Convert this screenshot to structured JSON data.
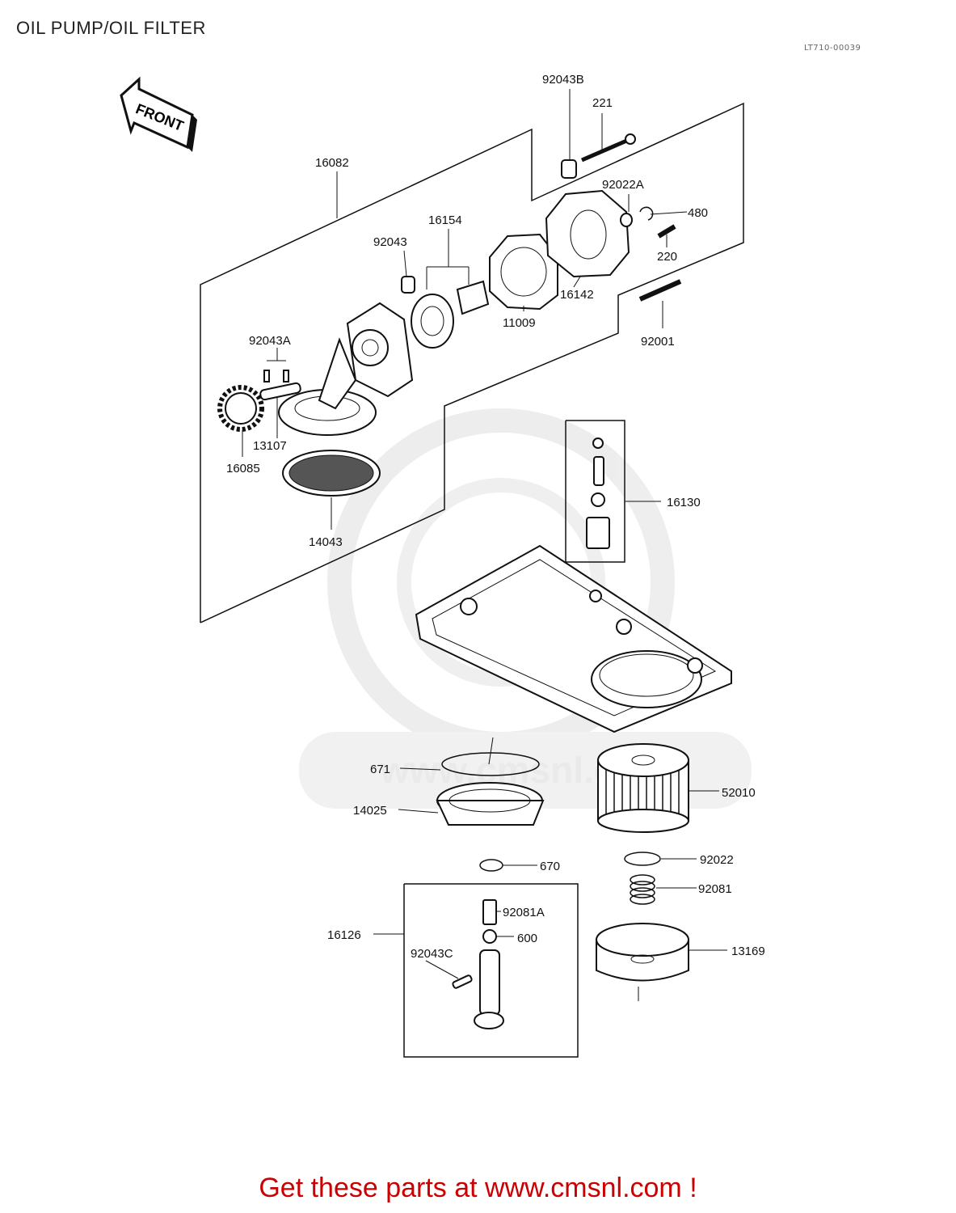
{
  "page": {
    "title": "OIL PUMP/OIL FILTER",
    "diagram_code": "LT710-00039",
    "front_label": "FRONT",
    "watermark_text": "www.cmsnl.com",
    "footer": "Get these parts at www.cmsnl.com !",
    "footer_color": "#cc0000"
  },
  "callouts": [
    {
      "id": "p92043B",
      "text": "92043B"
    },
    {
      "id": "p221",
      "text": "221"
    },
    {
      "id": "p16082",
      "text": "16082"
    },
    {
      "id": "p92022A",
      "text": "92022A"
    },
    {
      "id": "p480",
      "text": "480"
    },
    {
      "id": "p16154",
      "text": "16154"
    },
    {
      "id": "p92043",
      "text": "92043"
    },
    {
      "id": "p220",
      "text": "220"
    },
    {
      "id": "p16142",
      "text": "16142"
    },
    {
      "id": "p11009",
      "text": "11009"
    },
    {
      "id": "p92001",
      "text": "92001"
    },
    {
      "id": "p92043A",
      "text": "92043A"
    },
    {
      "id": "p13107",
      "text": "13107"
    },
    {
      "id": "p16085",
      "text": "16085"
    },
    {
      "id": "p14043",
      "text": "14043"
    },
    {
      "id": "p16130",
      "text": "16130"
    },
    {
      "id": "p671",
      "text": "671"
    },
    {
      "id": "p52010",
      "text": "52010"
    },
    {
      "id": "p14025",
      "text": "14025"
    },
    {
      "id": "p670",
      "text": "670"
    },
    {
      "id": "p92022",
      "text": "92022"
    },
    {
      "id": "p92081",
      "text": "92081"
    },
    {
      "id": "p92081A",
      "text": "92081A"
    },
    {
      "id": "p16126",
      "text": "16126"
    },
    {
      "id": "p600",
      "text": "600"
    },
    {
      "id": "p92043C",
      "text": "92043C"
    },
    {
      "id": "p13169",
      "text": "13169"
    }
  ]
}
